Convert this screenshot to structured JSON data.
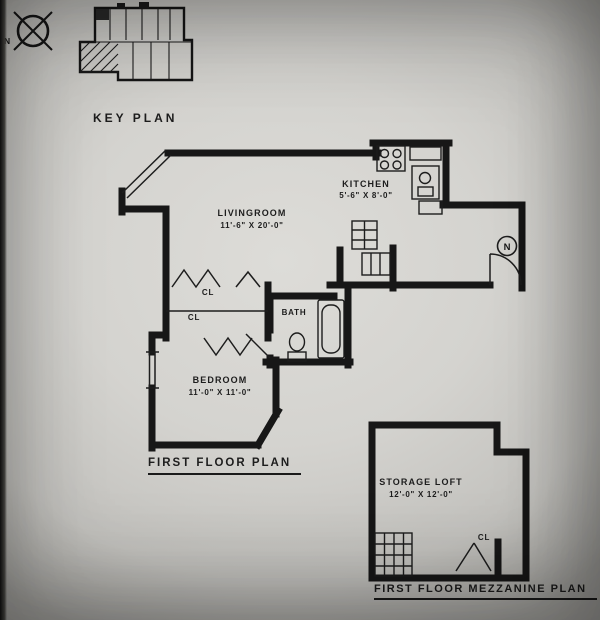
{
  "photo": {
    "background": "#d4d3cf",
    "ink": "#171717"
  },
  "key_plan": {
    "label": "KEY PLAN",
    "north": "N"
  },
  "first_floor_plan": {
    "title": "FIRST FLOOR PLAN",
    "north": "N",
    "livingroom": {
      "name": "LIVINGROOM",
      "dims": "11'-6\" X 20'-0\""
    },
    "kitchen": {
      "name": "KITCHEN",
      "dims": "5'-6\" X 8'-0\""
    },
    "bedroom": {
      "name": "BEDROOM",
      "dims": "11'-0\" X 11'-0\""
    },
    "bath": {
      "name": "BATH"
    },
    "closet_upper": "CL",
    "closet_lower": "CL"
  },
  "mezzanine_plan": {
    "title": "FIRST FLOOR MEZZANINE PLAN",
    "storage_loft": {
      "name": "STORAGE LOFT",
      "dims": "12'-0\" X 12'-0\""
    },
    "closet": "CL"
  }
}
